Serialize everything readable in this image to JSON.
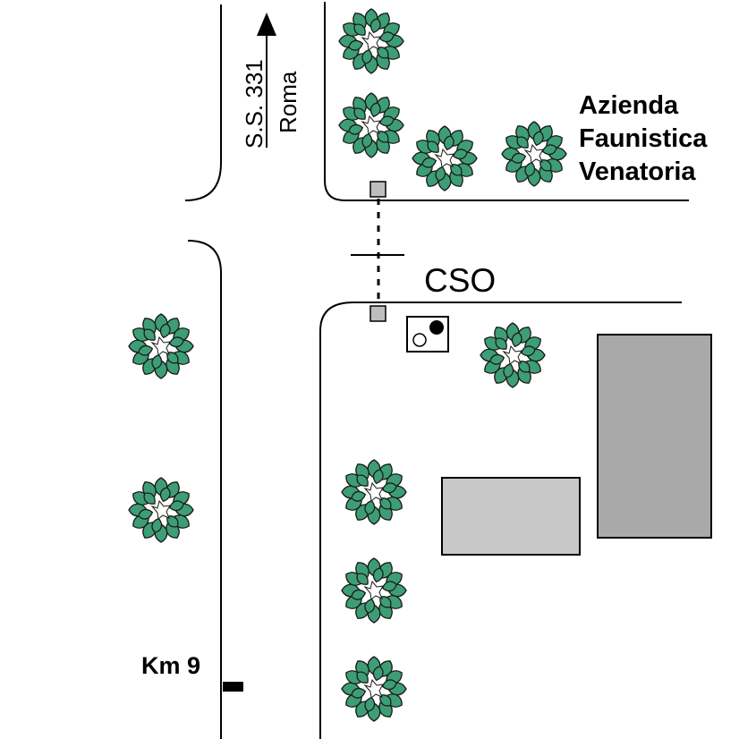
{
  "road_label": {
    "name": "S.S. 331",
    "destination": "Roma"
  },
  "zone_label": [
    "Azienda",
    "Faunistica",
    "Venatoria"
  ],
  "site_label": "CSO",
  "km_marker": "Km 9",
  "colors": {
    "tree": "#3d9e76",
    "tree_stroke": "#1b1b1b",
    "building_light": "#c8c8c8",
    "building_dark": "#a9a9a9",
    "gate": "#bdbdbd"
  },
  "icons": [
    "tree-icon",
    "road-arrow-icon",
    "gate-icon",
    "station-icon",
    "km-marker-icon"
  ]
}
